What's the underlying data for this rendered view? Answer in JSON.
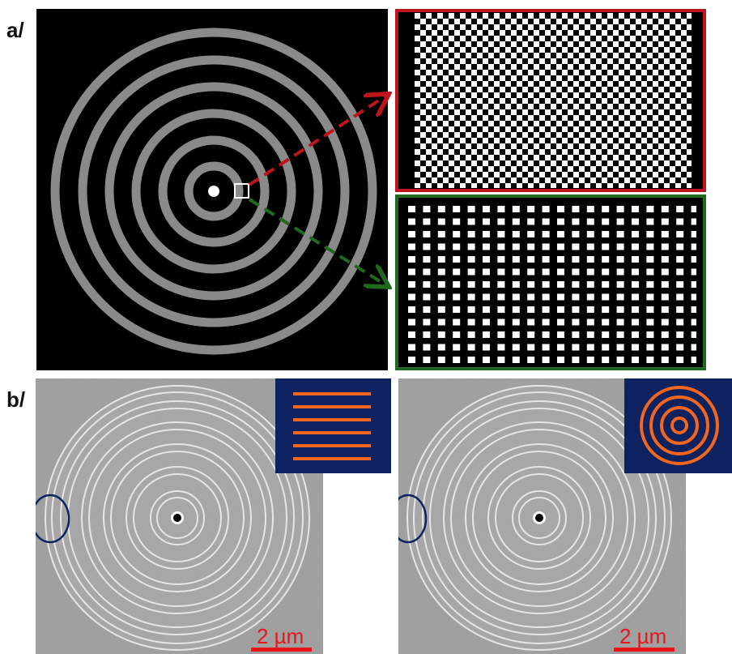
{
  "figure": {
    "panel_a": {
      "label": "a/",
      "rings": 6,
      "center_dot": true,
      "zoom_box": "square",
      "top_inset": {
        "pattern": "checkerboard",
        "border_color": "#c0141c",
        "arrow_color": "#c0141c"
      },
      "bottom_inset": {
        "pattern": "square-dot-array",
        "border_color": "#1f6a1f",
        "arrow_color": "#1f6a1f"
      },
      "ring_color": "#8a8a8a"
    },
    "panel_b": {
      "label": "b/",
      "left_image": {
        "inset_icon": "horizontal-lines-icon",
        "scale_bar_label": "2 µm",
        "highlight": "ellipse"
      },
      "right_image": {
        "inset_icon": "concentric-rings-icon",
        "scale_bar_label": "2 µm",
        "highlight": "ellipse"
      },
      "inset_background": "#0e2260",
      "inset_stroke": "#f2661f",
      "scale_bar_color": "#e8151c",
      "highlight_color": "#0e2260"
    }
  }
}
